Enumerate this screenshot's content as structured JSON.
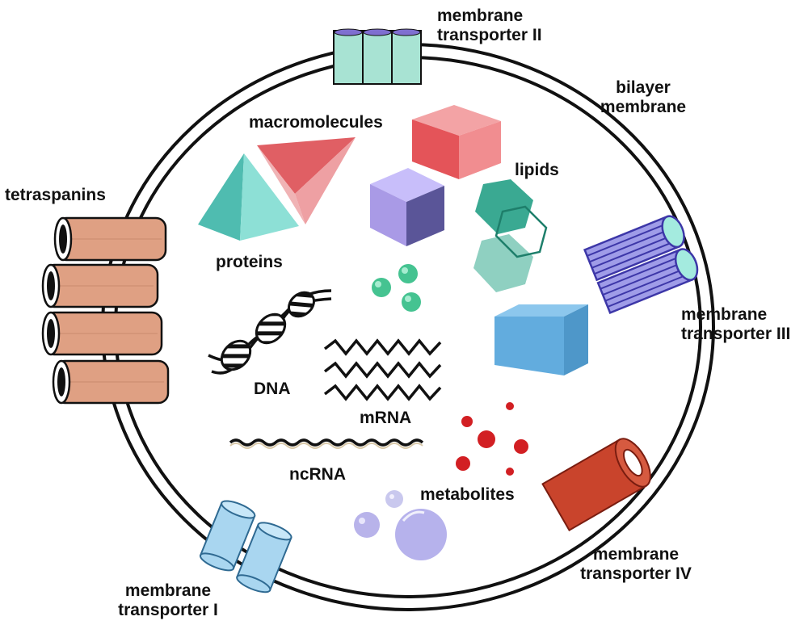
{
  "labels": {
    "membrane_transporter_2": [
      "membrane",
      "transporter II"
    ],
    "bilayer_membrane": [
      "bilayer",
      "membrane"
    ],
    "macromolecules": "macromolecules",
    "lipids": "lipids",
    "tetraspanins": "tetraspanins",
    "proteins": "proteins",
    "membrane_transporter_3": [
      "membrane",
      "transporter III"
    ],
    "dna": "DNA",
    "mrna": "mRNA",
    "ncrna": "ncRNA",
    "metabolites": "metabolites",
    "membrane_transporter_4": [
      "membrane",
      "transporter IV"
    ],
    "membrane_transporter_1": [
      "membrane",
      "transporter I"
    ]
  },
  "colors": {
    "membrane": "#111111",
    "tetraspanin_fill": "#dfa083",
    "transporter_1_fill": "#a9d6f0",
    "transporter_2_fill": "#a8e3d3",
    "transporter_2_cap": "#7f6fd0",
    "transporter_3_fill": "#9f9ce8",
    "transporter_3_cap": "#a4ebdf",
    "transporter_4_fill": "#c9442c",
    "pyramid": "#7fd6cc",
    "inverted_pyramid": "#e8787b",
    "purple_cube": "#a99ae6",
    "red_cube": "#e2575c",
    "blue_box": "#62acde",
    "lipid_hexagon": "#3aa992",
    "green_spheres": "#45c391",
    "red_dots": "#d21f23",
    "vesicles": "#b6b2ec"
  }
}
